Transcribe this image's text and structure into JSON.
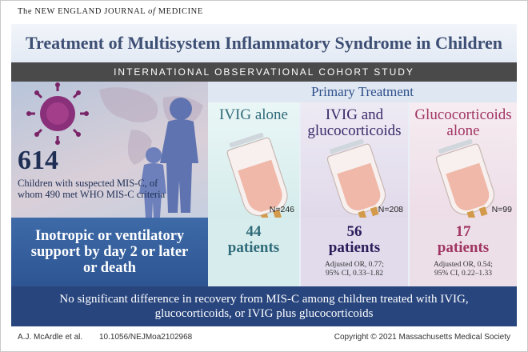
{
  "journal": {
    "name_pre": "The NEW ENGLAND JOURNAL ",
    "name_of": "of",
    "name_post": " MEDICINE"
  },
  "title": "Treatment of Multisystem Inflammatory Syndrome in Children",
  "study_type": "INTERNATIONAL OBSERVATIONAL COHORT STUDY",
  "cohort": {
    "count": "614",
    "description": "Children with suspected MIS-C, of whom 490 met WHO MIS-C criteria"
  },
  "primary_treatment": {
    "heading": "Primary Treatment",
    "groups": [
      {
        "label_line1": "IVIG alone",
        "label_line2": "",
        "n": "N=246",
        "color": "#2f6b7a"
      },
      {
        "label_line1": "IVIG and",
        "label_line2": "glucocorticoids",
        "n": "N=208",
        "color": "#3a2a6a"
      },
      {
        "label_line1": "Glucocorticoids",
        "label_line2": "alone",
        "n": "N=99",
        "color": "#a03563"
      }
    ]
  },
  "outcome": {
    "label_line1": "Inotropic or ventilatory",
    "label_line2": "support by day 2 or later",
    "label_line3": "or death",
    "results": [
      {
        "count": "44",
        "unit": "patients",
        "ci_line1": "",
        "ci_line2": ""
      },
      {
        "count": "56",
        "unit": "patients",
        "ci_line1": "Adjusted OR, 0.77;",
        "ci_line2": "95% CI, 0.33–1.82"
      },
      {
        "count": "17",
        "unit": "patients",
        "ci_line1": "Adjusted OR, 0.54;",
        "ci_line2": "95% CI, 0.22–1.33"
      }
    ]
  },
  "summary": "No significant difference in recovery from MIS-C among children treated with IVIG, glucocorticoids, or IVIG plus glucocorticoids",
  "footer": {
    "authors": "A.J. McArdle et al.",
    "doi": "10.1056/NEJMoa2102968",
    "copyright": "Copyright © 2021 Massachusetts Medical Society"
  },
  "colors": {
    "accent_blue": "#28457e",
    "title_text": "#3d4f74",
    "ivig_teal": "#2f6b7a",
    "combo_purple": "#3a2a6a",
    "gluco_magenta": "#a03563"
  }
}
